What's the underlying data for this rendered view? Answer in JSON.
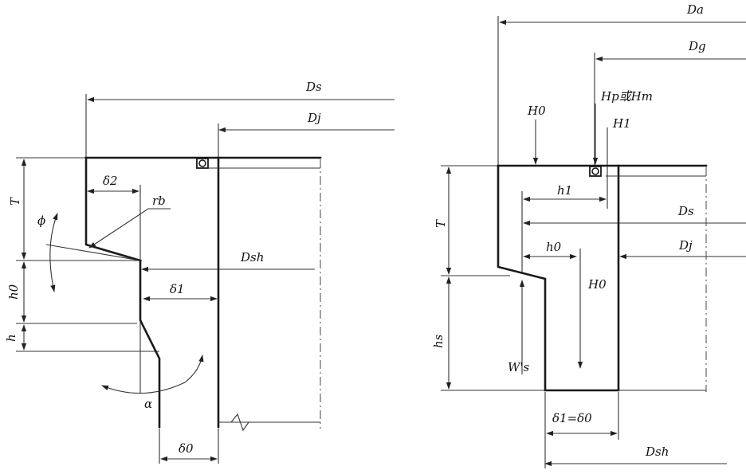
{
  "left_view": {
    "labels": {
      "Ds": "Ds",
      "Dj": "Dj",
      "Dsh": "Dsh",
      "T": "T",
      "h0": "h0",
      "h": "h",
      "delta2": "δ2",
      "delta1": "δ1",
      "delta0": "δ0",
      "rb": "rb",
      "phi": "ϕ",
      "alpha": "α"
    }
  },
  "right_view": {
    "labels": {
      "Da": "Da",
      "Dg": "Dg",
      "Hp_or_Hm": "Hp或Hm",
      "H0_top": "H0",
      "H1": "H1",
      "h1": "h1",
      "Ds": "Ds",
      "h0": "h0",
      "Dj": "Dj",
      "H0_mid": "H0",
      "T": "T",
      "hs": "hs",
      "Ws": "W's",
      "delta_eq": "δ1=δ0",
      "Dsh": "Dsh"
    }
  }
}
